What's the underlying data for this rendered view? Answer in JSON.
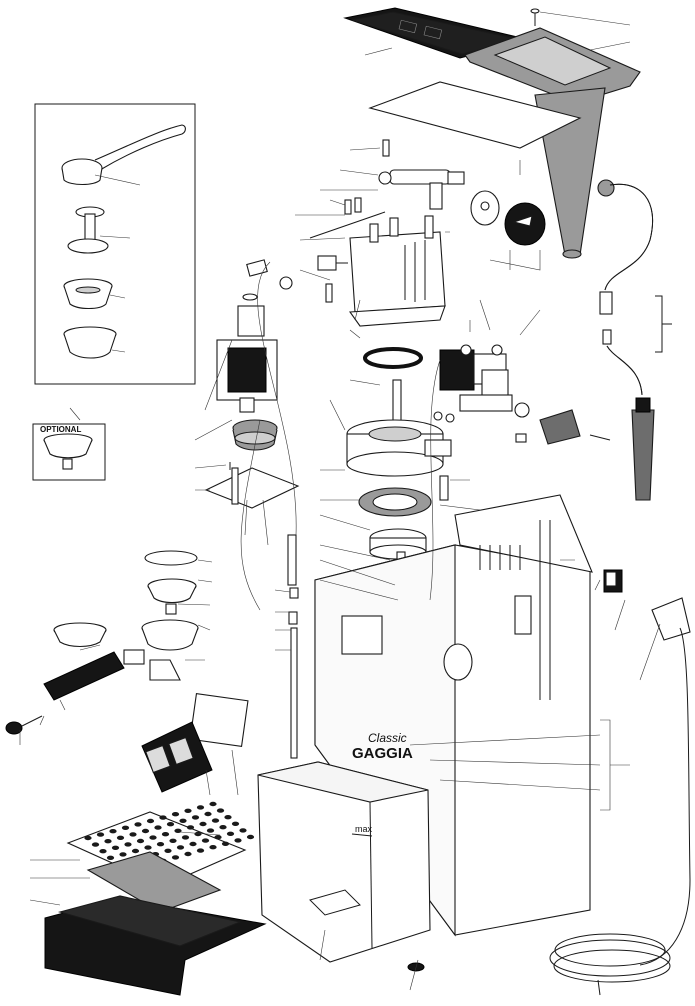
{
  "diagram": {
    "optional_label": "OPTIONAL",
    "brand_script": "Classic",
    "brand_name": "GAGGIA",
    "tank_marking": "max"
  },
  "colors": {
    "line": "#1a1a1a",
    "fill_grey": "#9a9a9a",
    "fill_dark": "#151515",
    "background": "#ffffff"
  }
}
